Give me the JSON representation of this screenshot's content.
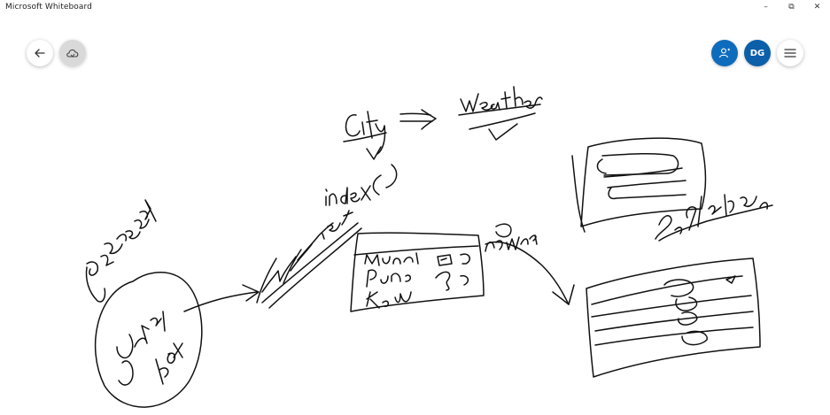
{
  "window": {
    "title": "Microsoft Whiteboard",
    "controls": {
      "minimize": "–",
      "maximize": "⧉",
      "close": "✕"
    }
  },
  "toolbar": {
    "back_icon": "arrow-left-icon",
    "cloud_icon": "cloud-sync-icon",
    "invite_icon": "person-add-icon",
    "avatar_initials": "DG",
    "menu_icon": "hamburger-menu-icon"
  },
  "colors": {
    "ink": "#111111",
    "accent": "#0f6cbd",
    "avatar": "#0c5fa9"
  },
  "board": {
    "sketch_text": [
      "City",
      "Weather",
      "index( )",
      "datatables.net",
      "Javaread",
      "Jajra box",
      "Mumbai",
      "Pune",
      "Karjat",
      "Sort/Selectles"
    ]
  }
}
